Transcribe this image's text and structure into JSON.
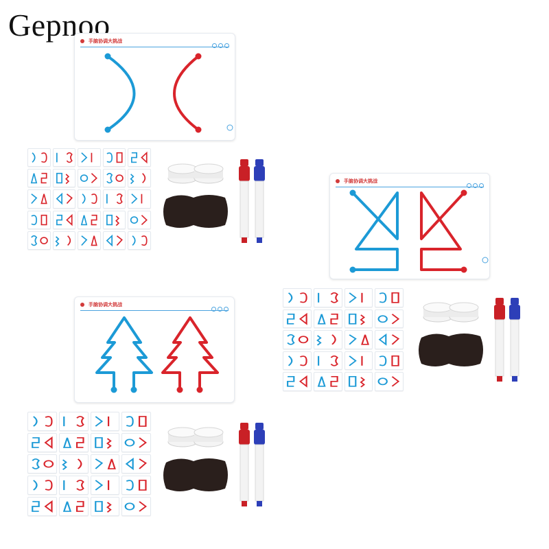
{
  "brand": {
    "name": "Gepnoo"
  },
  "colors": {
    "blue": "#1c9ad6",
    "red": "#d9242b",
    "marker_blue": "#2d3fb8",
    "marker_red": "#c92026",
    "eraser": "#2a1f1c"
  },
  "products": [
    {
      "id": "set-1",
      "card_title": "手脑协调大挑战",
      "card_art": "curves"
    },
    {
      "id": "set-2",
      "card_title": "手脑协调大挑战",
      "card_art": "geometric"
    },
    {
      "id": "set-3",
      "card_title": "手脑协调大挑战",
      "card_art": "trees"
    }
  ],
  "accessories": [
    "eraser-cap-icon",
    "eraser-pad-icon",
    "red-marker-icon",
    "blue-marker-icon"
  ]
}
